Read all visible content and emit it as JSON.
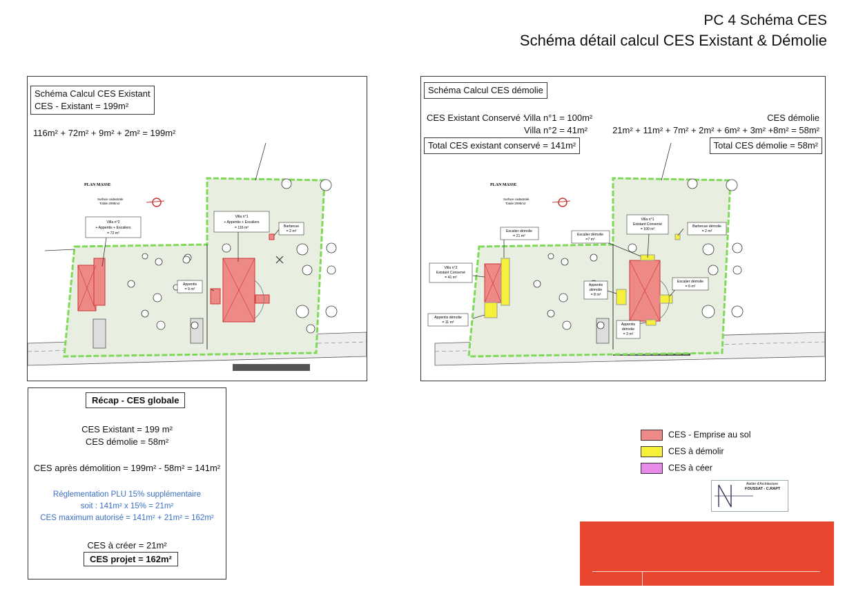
{
  "header": {
    "title": "PC 4 Schéma CES",
    "subtitle": "Schéma détail calcul CES Existant & Démolie"
  },
  "left_panel": {
    "box_title": "Schéma Calcul CES Existant",
    "box_value": "CES - Existant = 199m²",
    "formula": "116m² + 72m² + 9m² + 2m² = 199m²",
    "plan": {
      "plan_title": "PLAN MASSE",
      "surface": "Surface cadastrale",
      "surface_total": "Totale 2095m2",
      "label_villa2": [
        "Villa n°2",
        "+ Appentis + Escaliers",
        "= 72 m²"
      ],
      "label_villa1": [
        "Villa n°1",
        "+ Appentis + Escaliers",
        "= 116 m²"
      ],
      "label_barbecue": [
        "Barbecue",
        "= 2 m²"
      ],
      "label_appentis": [
        "Appentis",
        "= 9 m²"
      ]
    }
  },
  "right_panel": {
    "box_title": "Schéma Calcul CES démolie",
    "conserve_label": "CES Existant Conservé :",
    "villa1": "Villa n°1 = 100m²",
    "villa2": "Villa n°2 = 41m²",
    "total_conserve": "Total CES existant conservé = 141m²",
    "demolie_label": "CES démolie",
    "demolie_formula": "21m² + 11m² + 7m² + 2m² + 6m² + 3m² +8m² = 58m²",
    "total_demolie": "Total CES démolie = 58m²",
    "plan": {
      "plan_title": "PLAN MASSE",
      "surface": "Surface cadastrale",
      "surface_total": "Totale 2095m2",
      "label_escalier1": [
        "Escalier démolie",
        "= 21 m²"
      ],
      "label_villa2": [
        "Villa n°2",
        "Existant Conservé",
        "= 41 m²"
      ],
      "label_appentis1": [
        "Appentis démolie",
        "= 11 m²"
      ],
      "label_escalier2": [
        "Escalier démolie",
        "=7 m²"
      ],
      "label_villa1": [
        "Villa n°1",
        "Existant Conservé",
        "= 100 m²"
      ],
      "label_barbecue": [
        "Barbecue démolie",
        "= 2 m²"
      ],
      "label_appentis2": [
        "Appentis",
        "démolie",
        "= 8 m²"
      ],
      "label_escalier3": [
        "Escalier démolie",
        "= 6 m²"
      ],
      "label_appentis3": [
        "Appentis",
        "démolie",
        "= 3 m²"
      ]
    }
  },
  "recap": {
    "title": "Récap - CES globale",
    "existant": "CES Existant = 199 m²",
    "demolie": "CES démolie = 58m²",
    "apres": "CES après démolition = 199m² - 58m² = 141m²",
    "plu1": "Réglementation PLU 15% supplémentaire",
    "plu2": "soit : 141m² x 15% = 21m²",
    "plu3": "CES maximum autorisé = 141m² + 21m² = 162m²",
    "creer": "CES à créer = 21m²",
    "projet": "CES projet = 162m²"
  },
  "legend": {
    "items": [
      {
        "label": "CES - Emprise au sol",
        "color": "#ee8a86"
      },
      {
        "label": "CES à démolir",
        "color": "#f7f03a"
      },
      {
        "label": "CES à céer",
        "color": "#e88ae8"
      }
    ]
  },
  "stamp": {
    "line1": "Atelier d'Architecture",
    "line2": "FOUSSAT - C.RAPT"
  },
  "colors": {
    "accent_red": "#e8462f",
    "boundary_green": "#7ed957",
    "site_fill": "#e8efe0"
  }
}
